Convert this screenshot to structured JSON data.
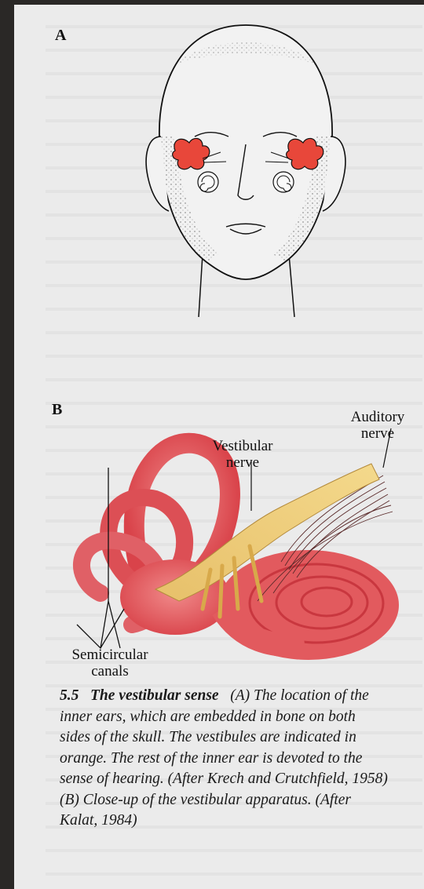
{
  "figure": {
    "panel_a": "A",
    "panel_b": "B",
    "labels": {
      "auditory_nerve_1": "Auditory",
      "auditory_nerve_2": "nerve",
      "vestibular_nerve_1": "Vestibular",
      "vestibular_nerve_2": "nerve",
      "semicircular_canals_1": "Semicircular",
      "semicircular_canals_2": "canals"
    },
    "colors": {
      "vestibule": "#e8473a",
      "inner_ear": "#d9434a",
      "nerve": "#f4d98c"
    }
  },
  "caption": {
    "number": "5.5",
    "title": "The vestibular sense",
    "text": "(A) The location of the inner ears, which are embedded in bone on both sides of the skull. The vestibules are indicated in orange. The rest of the inner ear is devoted to the sense of hearing. (After Krech and Crutchfield, 1958) (B) Close-up of the vestibular apparatus. (After Kalat, 1984)"
  }
}
